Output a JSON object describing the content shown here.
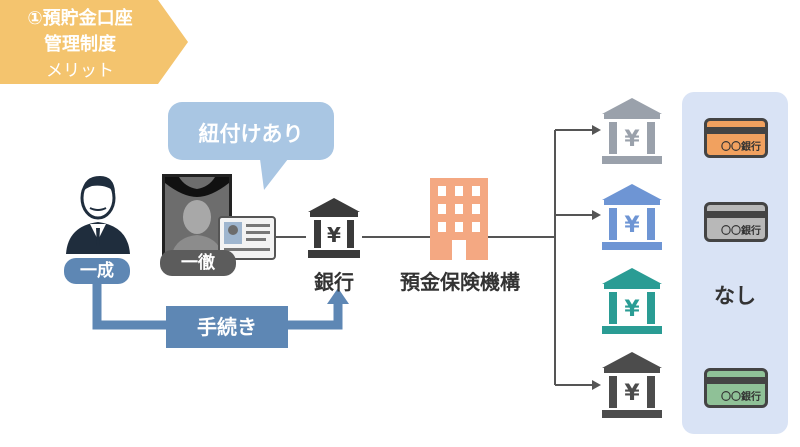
{
  "title_tag": {
    "line1": "①預貯金口座",
    "line2": "管理制度",
    "line3": "メリット",
    "color": "#f4c46e"
  },
  "bubble": {
    "text": "紐付けあり",
    "color": "#a9c6e3"
  },
  "people": {
    "person1_label": "一成",
    "person2_label": "一徹"
  },
  "procedure": {
    "label": "手続き",
    "color": "#5e87b4"
  },
  "nodes": {
    "bank_label": "銀行",
    "deposit_insurance_label": "預金保険機構"
  },
  "banks": [
    {
      "name": "gray-bank",
      "color": "#9aa1ab"
    },
    {
      "name": "blue-bank",
      "color": "#6e95d4"
    },
    {
      "name": "teal-bank",
      "color": "#2a9c94"
    },
    {
      "name": "dark-bank",
      "color": "#4c4c4c"
    }
  ],
  "cards": [
    {
      "text": "〇〇銀行",
      "color": "#f1a15f"
    },
    {
      "text": "〇〇銀行",
      "color": "#b8b8b8"
    },
    {
      "text": "〇〇銀行",
      "color": "#8fc197"
    }
  ],
  "panel": {
    "text": "なし",
    "color": "#d9e3f5"
  },
  "yen_symbol": "¥"
}
